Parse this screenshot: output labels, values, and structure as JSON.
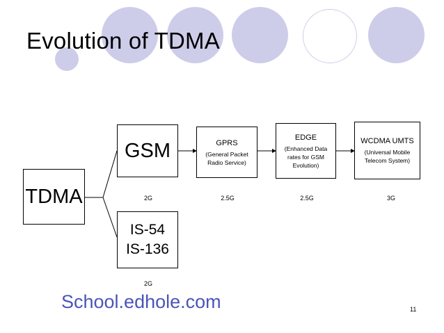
{
  "title": "Evolution of TDMA",
  "root": {
    "label": "TDMA"
  },
  "branches": [
    {
      "label": "GSM",
      "generation": "2G"
    },
    {
      "label_line1": "IS-54",
      "label_line2": "IS-136",
      "generation": "2G"
    }
  ],
  "chain": [
    {
      "head": "GPRS",
      "sub": "(General Packet Radio Service)",
      "generation": "2.5G"
    },
    {
      "head": "EDGE",
      "sub": "(Enhanced Data rates for GSM Evolution)",
      "generation": "2.5G"
    },
    {
      "head": "WCDMA UMTS",
      "sub": "(Universal Mobile Telecom System)",
      "generation": "3G"
    }
  ],
  "footer": {
    "link": "School.edhole.com",
    "slide_number": "11"
  },
  "colors": {
    "decor": "#cdcdea",
    "link": "#4a55b8"
  }
}
